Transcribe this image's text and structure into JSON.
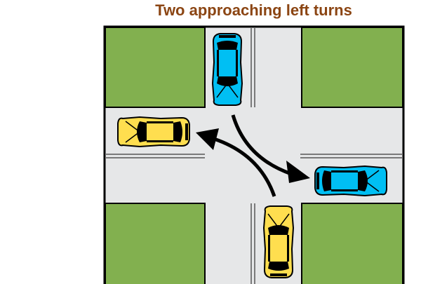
{
  "title": "Two approaching left turns",
  "colors": {
    "title": "#8B4513",
    "grass": "#82B04F",
    "road": "#E6E7E8",
    "lane_line": "#7A7A7A",
    "car_blue": "#00BFF3",
    "car_yellow": "#FFDE4F",
    "arrow": "#000000"
  },
  "vehicles": [
    {
      "id": "blue-north",
      "color": "blue",
      "heading": "south",
      "turn": "left"
    },
    {
      "id": "yellow-south",
      "color": "yellow",
      "heading": "north",
      "turn": "left"
    },
    {
      "id": "yellow-west",
      "color": "yellow",
      "heading": "west"
    },
    {
      "id": "blue-east",
      "color": "blue",
      "heading": "east"
    }
  ]
}
